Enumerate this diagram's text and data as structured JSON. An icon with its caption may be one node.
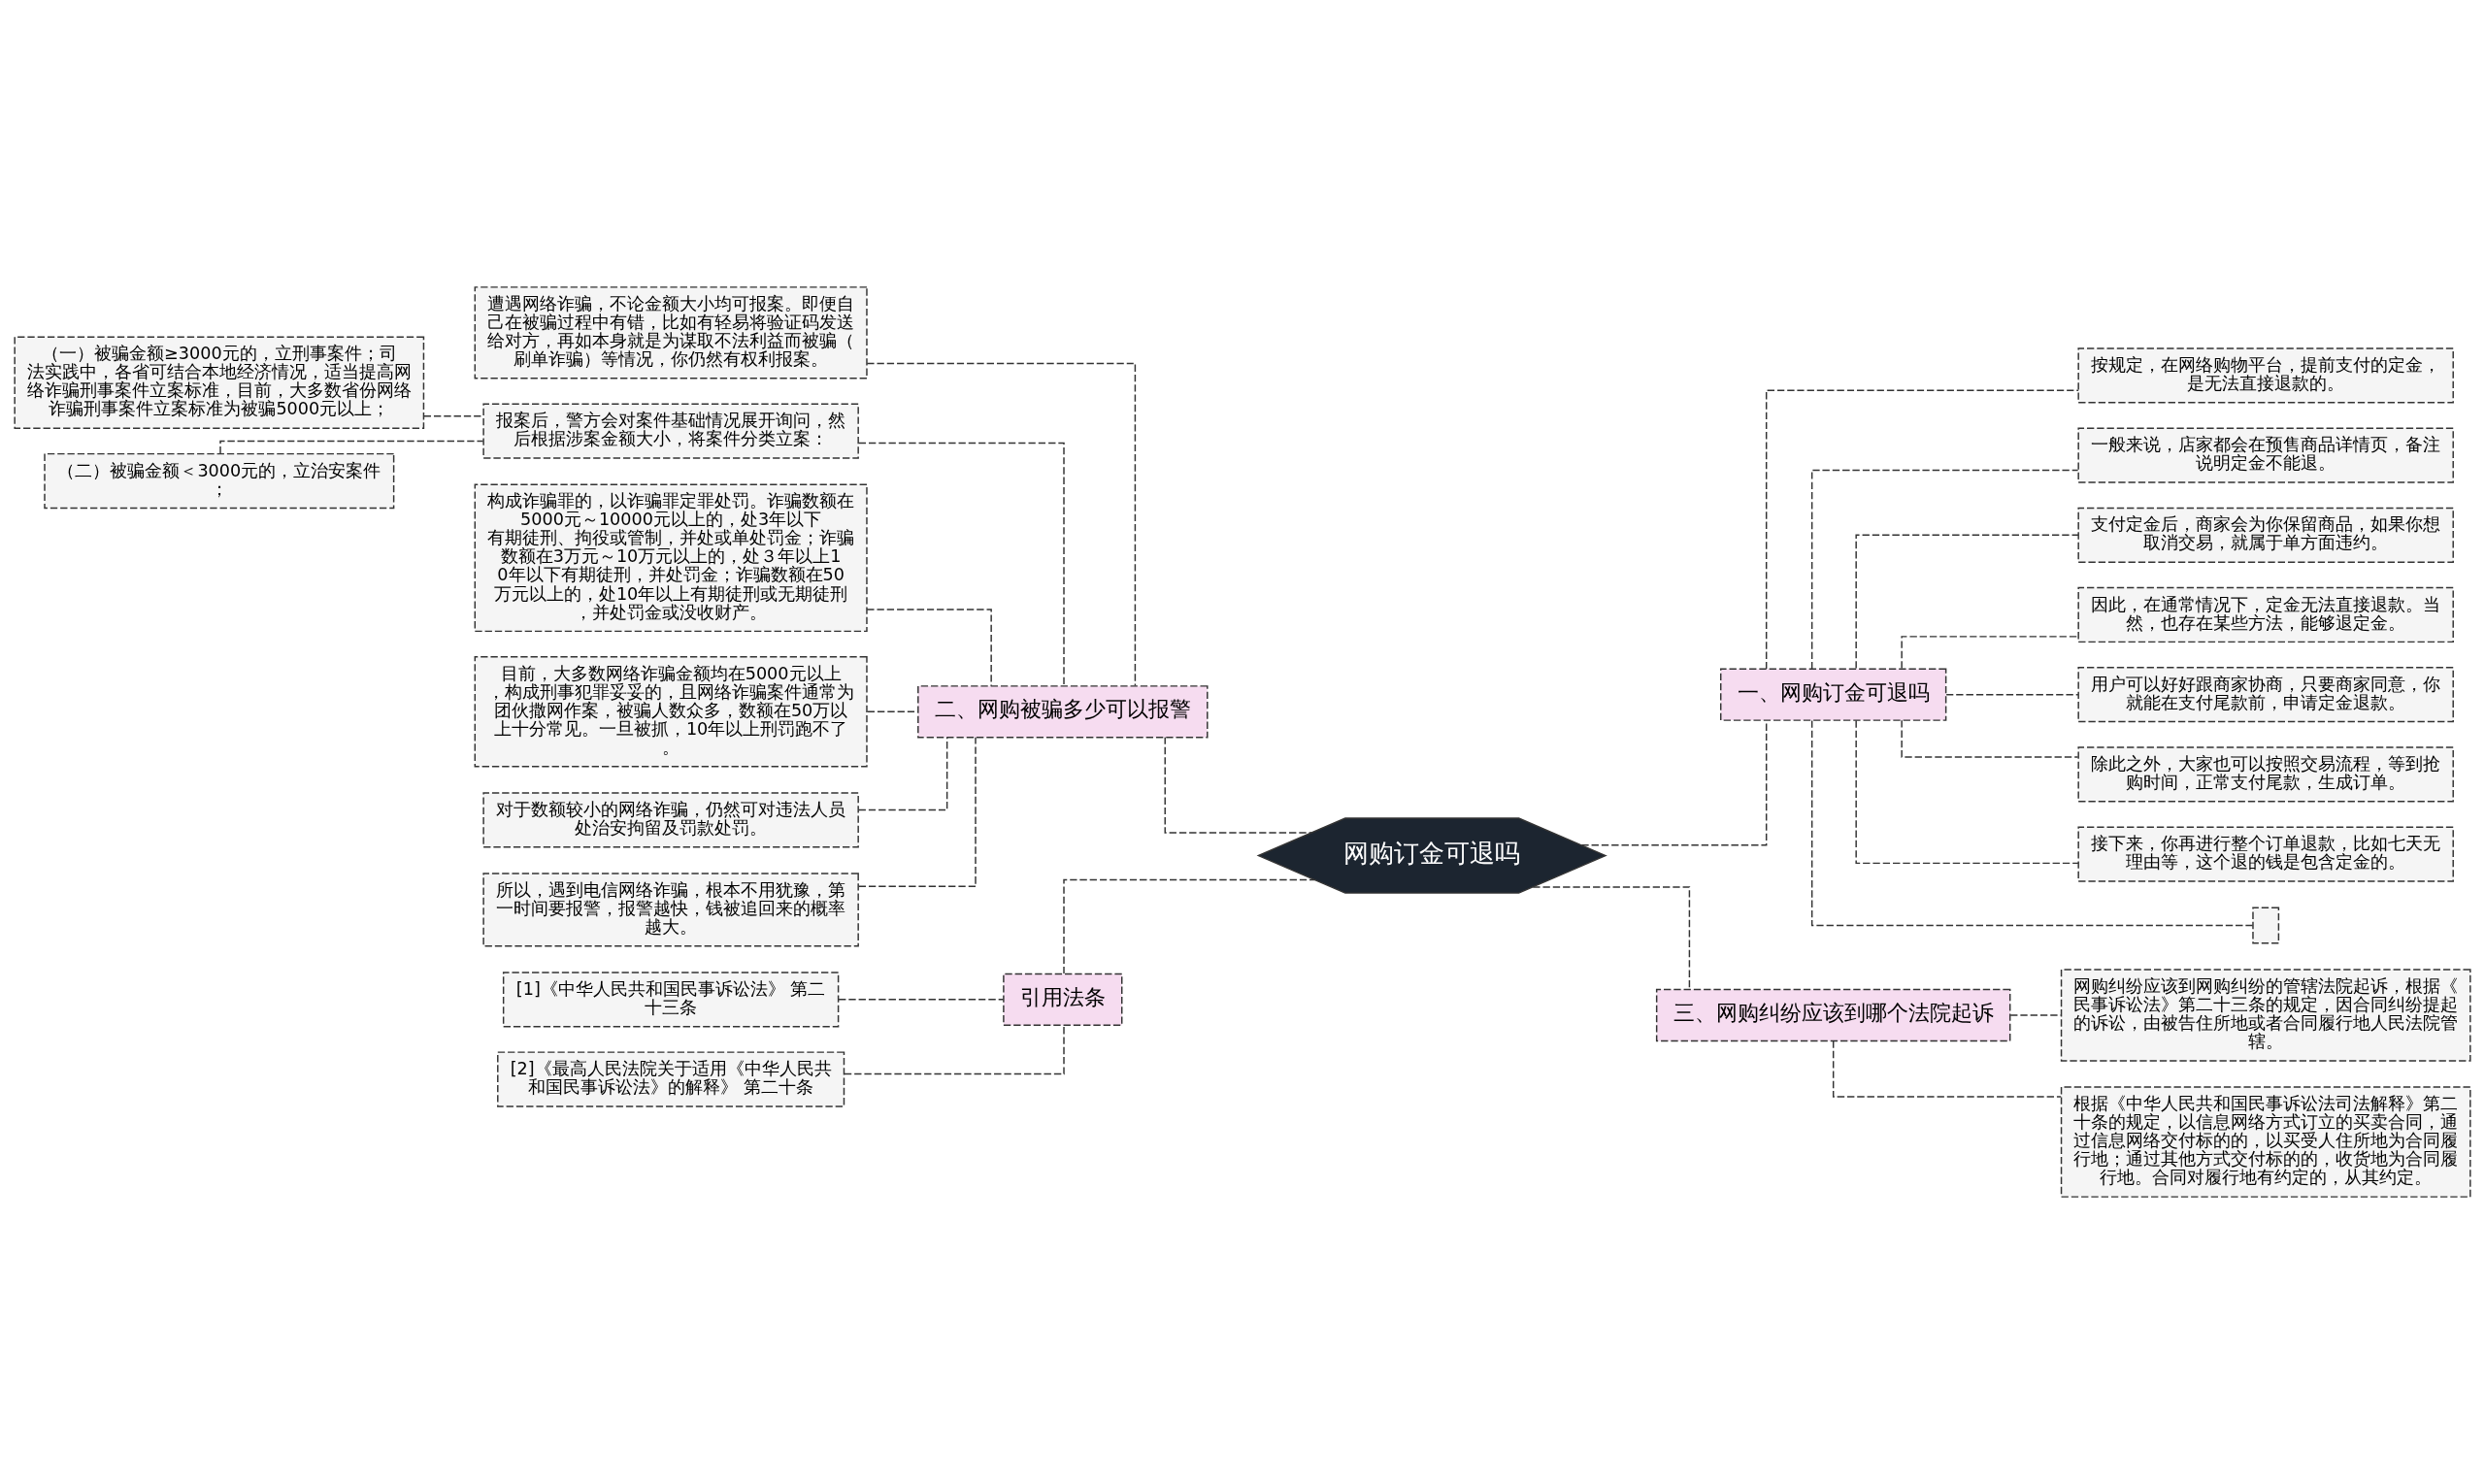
{
  "diagram": {
    "nodes": [
      {
        "text": [
          "网购订金可退吗"
        ]
      },
      {
        "text": [
          "一、网购订金可退吗"
        ]
      },
      {
        "text": [
          "按规定，在网络购物平台，提前支付的定金，是无法直接退款的。"
        ]
      },
      {
        "text": [
          "一般来说，店家都会在预售商品详情页，备注说明定金不能退。"
        ]
      },
      {
        "text": [
          "支付定金后，商家会为你保留商品，如果你想取消交易，就属于单方面违约。"
        ]
      },
      {
        "text": [
          "因此，在通常情况下，定金无法直接退款。当然，也存在某些方法，能够退定金。"
        ]
      },
      {
        "text": [
          "用户可以好好跟商家协商，只要商家同意，你就能在支付尾款前，申请定金退款。"
        ]
      },
      {
        "text": [
          "除此之外，大家也可以按照交易流程，等到抢购时间，正常支付尾款，生成订单。"
        ]
      },
      {
        "text": [
          "接下来，你再进行整个订单退款，比如七天无理由等，这个退的钱是包含定金的。"
        ]
      },
      {
        "text": [],
        "shape": "box"
      },
      {
        "text": [
          "三、网购纠纷应该到哪个法院起诉"
        ]
      },
      {
        "text": [
          "网购纠纷应该到网购纠纷的管辖法院起诉，根据《民事诉讼法》第二十三条的规定，因合同纠纷提起的诉讼，由被告住所地或者合同履行地人民法院管辖。"
        ]
      },
      {
        "text": [
          "根据《中华人民共和国民事诉讼法司法解释》第二十条的规定，以信息网络方式订立的买卖合同，通过信息网络交付标的的，以买受人住所地为合同履行地；通过其他方式交付标的的，收货地为合同履行地。合同对履行地有约定的，从其约定。"
        ]
      },
      {
        "text": [
          "二、网购被骗多少可以报警"
        ]
      },
      {
        "text": [
          "遭遇网络诈骗，不论金额大小均可报案。即便自己在被骗过程中有错，比如有轻易将验证码发送给对方，再如本身就是为谋取不法利益而被骗（刷单诈骗）等情况，你仍然有权利报案。"
        ]
      },
      {
        "text": [
          "报案后，警方会对案件基础情况展开询问，然后根据涉案金额大小，将案件分类立案："
        ]
      },
      {
        "text": [
          "（一）被骗金额≥3000元的，立刑事案件；司法实践中，各省可结合本地经济情况，适当提高网络诈骗刑事案件立案标准，目前，大多数省份网络诈骗刑事案件立案标准为被骗5000元以上；"
        ]
      },
      {
        "text": [
          "（二）被骗金额＜3000元的，立治安案件；"
        ]
      },
      {
        "text": [
          "构成诈骗罪的，以诈骗罪定罪处罚。诈骗数额在5000元～10000元以上的，处3年以下有期徒刑、拘役或管制，并处或单处罚金；诈骗数额在3万元～10万元以上的，处３年以上10年以下有期徒刑，并处罚金；诈骗数额在50万元以上的，处10年以上有期徒刑或无期徒刑，并处罚金或没收财产。"
        ]
      },
      {
        "text": [
          "目前，大多数网络诈骗金额均在5000元以上，构成刑事犯罪妥妥的，且网络诈骗案件通常为团伙撒网作案，被骗人数众多，数额在50万以上十分常见。一旦被抓，10年以上刑罚跑不了。"
        ]
      },
      {
        "text": [
          "对于数额较小的网络诈骗，仍然可对违法人员处治安拘留及罚款处罚。"
        ]
      },
      {
        "text": [
          "所以，遇到电信网络诈骗，根本不用犹豫，第一时间要报警，报警越快，钱被追回来的概率越大。"
        ]
      },
      {
        "text": [
          "引用法条"
        ]
      },
      {
        "text": [
          "[1]《中华人民共和国民事诉讼法》 第二十三条"
        ]
      },
      {
        "text": [
          "[2]《最高人民法院关于适用《中华人民共和国民事诉讼法》的解释》 第二十条"
        ]
      }
    ],
    "edges": [
      {
        "from": 0,
        "to": 1,
        "arrow": "none",
        "style": "dashed"
      },
      {
        "from": 1,
        "to": 2,
        "arrow": "none",
        "style": "dashed"
      },
      {
        "from": 1,
        "to": 3,
        "arrow": "none",
        "style": "dashed"
      },
      {
        "from": 1,
        "to": 4,
        "arrow": "none",
        "style": "dashed"
      },
      {
        "from": 1,
        "to": 5,
        "arrow": "none",
        "style": "dashed"
      },
      {
        "from": 1,
        "to": 6,
        "arrow": "none",
        "style": "dashed"
      },
      {
        "from": 1,
        "to": 7,
        "arrow": "none",
        "style": "dashed"
      },
      {
        "from": 1,
        "to": 8,
        "arrow": "none",
        "style": "dashed"
      },
      {
        "from": 1,
        "to": 9,
        "arrow": "none",
        "style": "dashed"
      },
      {
        "from": 0,
        "to": 10,
        "arrow": "none",
        "style": "dashed"
      },
      {
        "from": 10,
        "to": 11,
        "arrow": "none",
        "style": "dashed"
      },
      {
        "from": 10,
        "to": 12,
        "arrow": "none",
        "style": "dashed"
      },
      {
        "from": 0,
        "to": 13,
        "arrow": "none",
        "style": "dashed"
      },
      {
        "from": 13,
        "to": 14,
        "arrow": "none",
        "style": "dashed"
      },
      {
        "from": 13,
        "to": 15,
        "arrow": "none",
        "style": "dashed"
      },
      {
        "from": 15,
        "to": 16,
        "arrow": "none",
        "style": "dashed"
      },
      {
        "from": 15,
        "to": 17,
        "arrow": "none",
        "style": "dashed"
      },
      {
        "from": 13,
        "to": 18,
        "arrow": "none",
        "style": "dashed"
      },
      {
        "from": 13,
        "to": 19,
        "arrow": "none",
        "style": "dashed"
      },
      {
        "from": 13,
        "to": 20,
        "arrow": "none",
        "style": "dashed"
      },
      {
        "from": 13,
        "to": 21,
        "arrow": "none",
        "style": "dashed"
      },
      {
        "from": 0,
        "to": 22,
        "arrow": "none",
        "style": "dashed"
      },
      {
        "from": 22,
        "to": 23,
        "arrow": "none",
        "style": "dashed"
      },
      {
        "from": 22,
        "to": 24,
        "arrow": "none",
        "style": "dashed"
      }
    ]
  }
}
